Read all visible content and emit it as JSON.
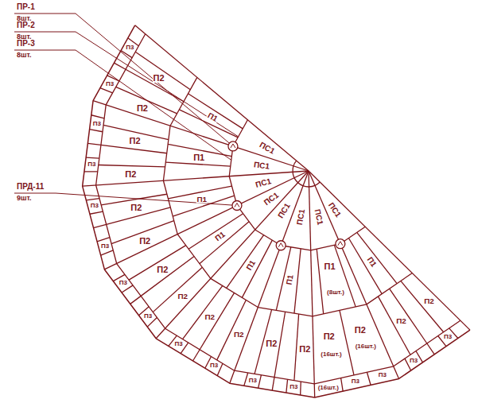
{
  "diagram": {
    "labels": [
      "ПР-1",
      "8шт.",
      "ПР-2",
      "8шт.",
      "ПР-3",
      "8шт.",
      "ПРД-11",
      "9шт.",
      "ПС1",
      "П1",
      "П2",
      "П2",
      "П3",
      "П3",
      "ПС1",
      "П1",
      "(8шт.)",
      "П2",
      "(16шт.)",
      "П2",
      "(16шт.)",
      "П3",
      "П3",
      "(16шт.)",
      "ПС1",
      "П1",
      "П2",
      "П2",
      "П3",
      "П3",
      "ПС1",
      "П1",
      "П2",
      "П2",
      "П3",
      "П3",
      "ПС1",
      "П1",
      "П2",
      "П2",
      "П3",
      "П3",
      "ПС1",
      "П1",
      "П2",
      "П2",
      "П3",
      "П3",
      "ПС1",
      "П1",
      "П2",
      "П2",
      "П3",
      "П3",
      "ПС1",
      "П1",
      "П2",
      "П2",
      "П3",
      "П3"
    ]
  }
}
